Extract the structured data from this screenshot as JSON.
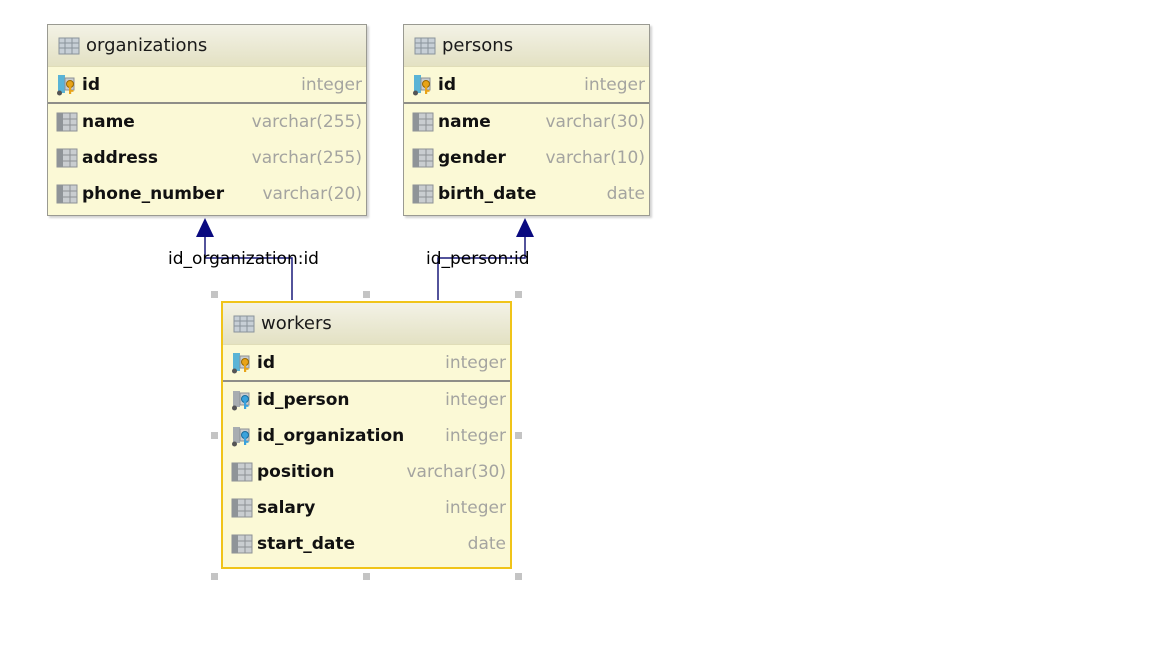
{
  "entities": {
    "organizations": {
      "title": "organizations",
      "columns": [
        {
          "name": "id",
          "type": "integer",
          "kind": "pk"
        },
        {
          "name": "name",
          "type": "varchar(255)",
          "kind": "col"
        },
        {
          "name": "address",
          "type": "varchar(255)",
          "kind": "col"
        },
        {
          "name": "phone_number",
          "type": "varchar(20)",
          "kind": "col"
        }
      ]
    },
    "persons": {
      "title": "persons",
      "columns": [
        {
          "name": "id",
          "type": "integer",
          "kind": "pk"
        },
        {
          "name": "name",
          "type": "varchar(30)",
          "kind": "col"
        },
        {
          "name": "gender",
          "type": "varchar(10)",
          "kind": "col"
        },
        {
          "name": "birth_date",
          "type": "date",
          "kind": "col"
        }
      ]
    },
    "workers": {
      "title": "workers",
      "columns": [
        {
          "name": "id",
          "type": "integer",
          "kind": "pk"
        },
        {
          "name": "id_person",
          "type": "integer",
          "kind": "fk"
        },
        {
          "name": "id_organization",
          "type": "integer",
          "kind": "fk"
        },
        {
          "name": "position",
          "type": "varchar(30)",
          "kind": "col"
        },
        {
          "name": "salary",
          "type": "integer",
          "kind": "col"
        },
        {
          "name": "start_date",
          "type": "date",
          "kind": "col"
        }
      ]
    }
  },
  "relations": {
    "org_label": "id_organization:id",
    "person_label": "id_person:id"
  },
  "colors": {
    "relation_line": "#1a1a7a",
    "arrow": "#0a0a80",
    "selection_border": "#f0c419"
  }
}
